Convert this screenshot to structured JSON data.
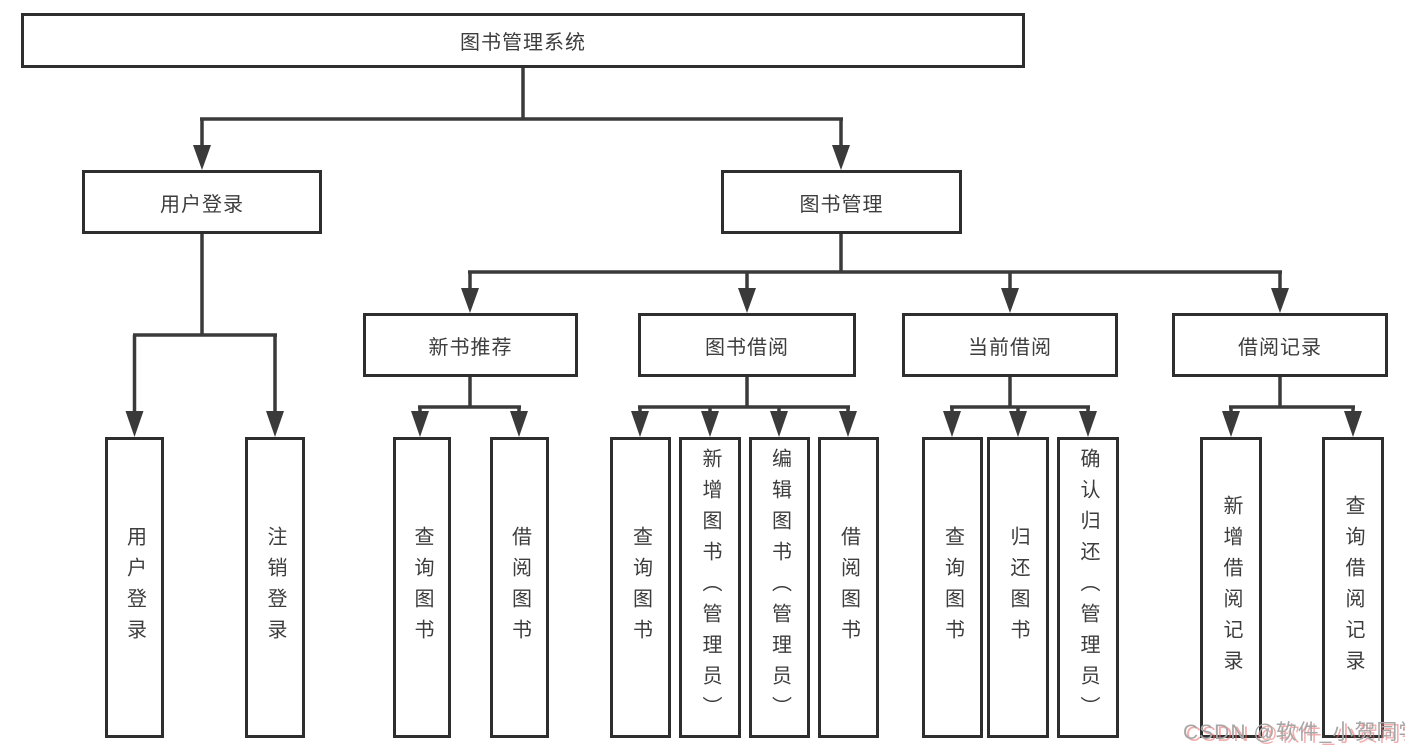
{
  "diagram": {
    "title": "图书管理系统",
    "type": "hierarchy-tree",
    "colors": {
      "background": "#ffffff",
      "line": "#3a3a3a",
      "box_border": "#2e2e2e",
      "box_text": "#3d3d3d",
      "watermark_gray": "#a6a6a6",
      "watermark_red": "#ea6767"
    }
  },
  "nodes": {
    "root": {
      "label": "图书管理系统"
    },
    "user_login": {
      "label": "用户登录"
    },
    "book_mgmt": {
      "label": "图书管理"
    },
    "new_book_rec": {
      "label": "新书推荐"
    },
    "book_borrow": {
      "label": "图书借阅"
    },
    "current_borrow": {
      "label": "当前借阅"
    },
    "borrow_records": {
      "label": "借阅记录"
    },
    "leaf_user_login": {
      "label": "用户登录"
    },
    "leaf_logout": {
      "label": "注销登录"
    },
    "rec_query_book": {
      "label": "查询图书"
    },
    "rec_borrow_book": {
      "label": "借阅图书"
    },
    "bb_query_book": {
      "label": "查询图书"
    },
    "bb_add_book": {
      "label": "新增图书（管理员）"
    },
    "bb_edit_book": {
      "label": "编辑图书（管理员）"
    },
    "bb_borrow_book": {
      "label": "借阅图书"
    },
    "cb_query_book": {
      "label": "查询图书"
    },
    "cb_return_book": {
      "label": "归还图书"
    },
    "cb_confirm_return": {
      "label": "确认归还（管理员）"
    },
    "br_add_record": {
      "label": "新增借阅记录"
    },
    "br_query_record": {
      "label": "查询借阅记录"
    }
  },
  "watermark": {
    "text": "CSDN @软件_小贺同学"
  }
}
